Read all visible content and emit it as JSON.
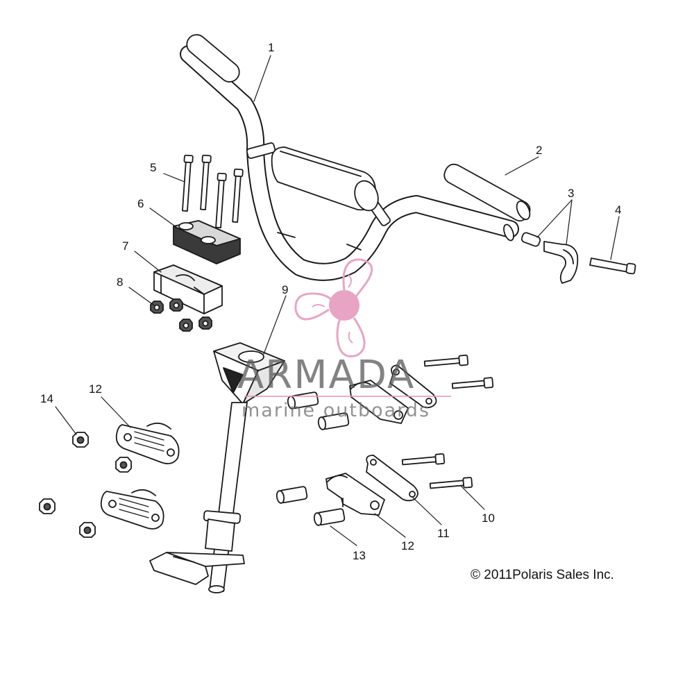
{
  "diagram": {
    "callouts": [
      "1",
      "2",
      "3",
      "4",
      "5",
      "6",
      "7",
      "8",
      "9",
      "10",
      "11",
      "12",
      "13",
      "14"
    ],
    "copyright": "© 2011Polaris Sales Inc."
  },
  "watermark": {
    "brand": "ARMADA",
    "tagline": "marine outboards",
    "color": "#e8a4c4"
  },
  "colors": {
    "line": "#1a1a1a",
    "fill": "#ffffff",
    "shade": "#3a3a3a"
  }
}
